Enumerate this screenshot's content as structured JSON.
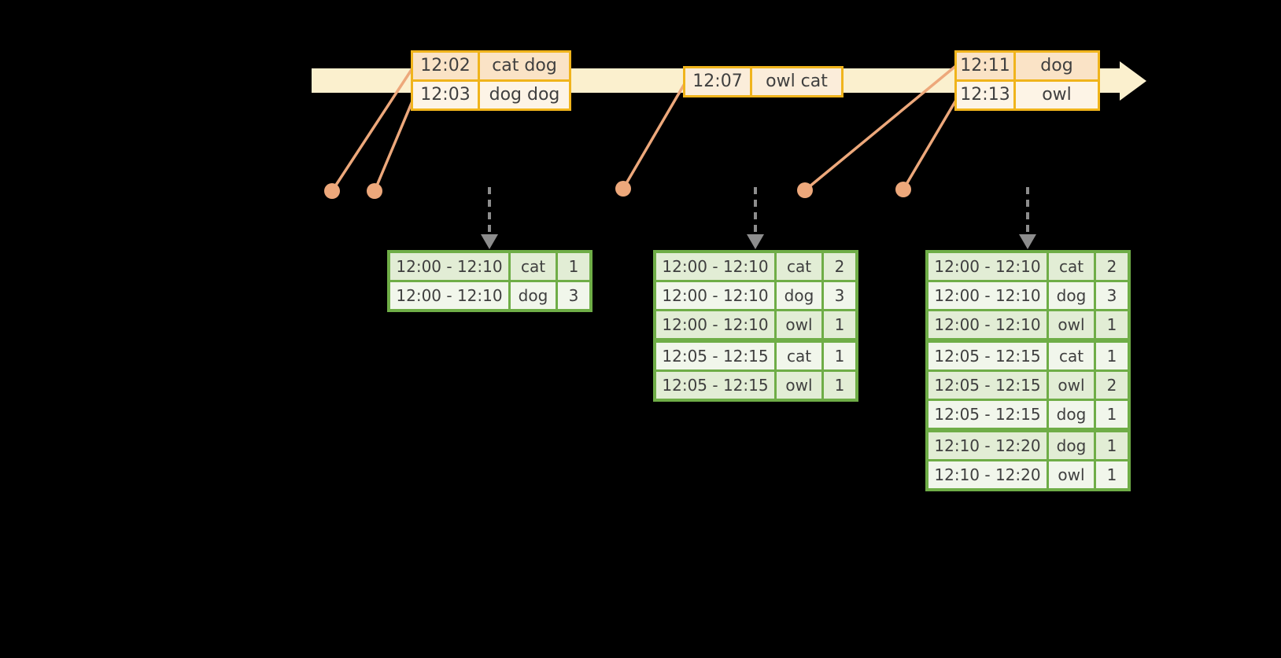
{
  "colors": {
    "background": "#000000",
    "timeline_band": "#FBF0CE",
    "event_table_border": "#F0B41C",
    "event_row_dark": "#FAE3C6",
    "event_row_light": "#FDF4E6",
    "event_row_mid": "#FBEDDA",
    "connector_and_dots": "#EDA87B",
    "trigger_arrow_gray": "#8D8D8D",
    "result_table_border": "#6FAD47",
    "result_row_dark": "#E2EDD5",
    "result_row_light": "#F1F6EB",
    "text": "#3F3F3F"
  },
  "icons": {
    "timeline_arrowhead": "arrow-right",
    "trigger_arrow": "arrow-down-dashed",
    "event_marker": "circle-dot"
  },
  "event_tables": [
    {
      "rows": [
        {
          "time": "12:02",
          "words": "cat dog"
        },
        {
          "time": "12:03",
          "words": "dog dog"
        }
      ]
    },
    {
      "rows": [
        {
          "time": "12:07",
          "words": "owl cat"
        }
      ]
    },
    {
      "rows": [
        {
          "time": "12:11",
          "words": "dog"
        },
        {
          "time": "12:13",
          "words": "owl"
        }
      ]
    }
  ],
  "result_tables": [
    {
      "group_breaks": [],
      "rows": [
        {
          "window": "12:00 - 12:10",
          "word": "cat",
          "count": "1"
        },
        {
          "window": "12:00 - 12:10",
          "word": "dog",
          "count": "3"
        }
      ]
    },
    {
      "group_breaks": [
        2
      ],
      "rows": [
        {
          "window": "12:00 - 12:10",
          "word": "cat",
          "count": "2"
        },
        {
          "window": "12:00 - 12:10",
          "word": "dog",
          "count": "3"
        },
        {
          "window": "12:00 - 12:10",
          "word": "owl",
          "count": "1"
        },
        {
          "window": "12:05 - 12:15",
          "word": "cat",
          "count": "1"
        },
        {
          "window": "12:05 - 12:15",
          "word": "owl",
          "count": "1"
        }
      ]
    },
    {
      "group_breaks": [
        2,
        5
      ],
      "rows": [
        {
          "window": "12:00 - 12:10",
          "word": "cat",
          "count": "2"
        },
        {
          "window": "12:00 - 12:10",
          "word": "dog",
          "count": "3"
        },
        {
          "window": "12:00 - 12:10",
          "word": "owl",
          "count": "1"
        },
        {
          "window": "12:05 - 12:15",
          "word": "cat",
          "count": "1"
        },
        {
          "window": "12:05 - 12:15",
          "word": "owl",
          "count": "2"
        },
        {
          "window": "12:05 - 12:15",
          "word": "dog",
          "count": "1"
        },
        {
          "window": "12:10 - 12:20",
          "word": "dog",
          "count": "1"
        },
        {
          "window": "12:10 - 12:20",
          "word": "owl",
          "count": "1"
        }
      ]
    }
  ]
}
